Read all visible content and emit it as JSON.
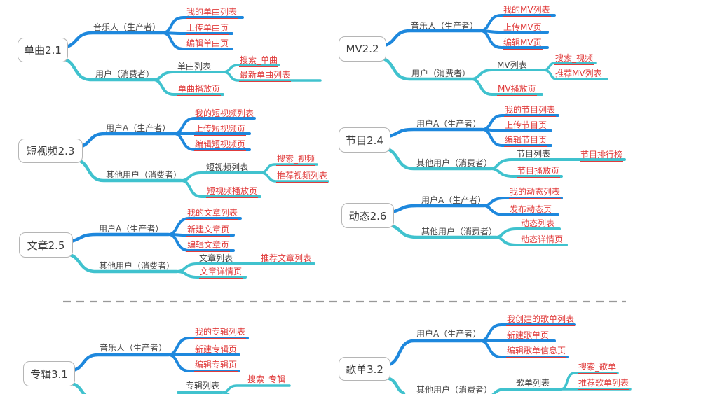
{
  "app": {
    "type": "mind-map",
    "language": "zh-CN"
  },
  "colors": {
    "producer_branch": "#1E88DD",
    "consumer_branch": "#40C2CE",
    "leaf_text": "#E03C3C",
    "label_text": "#454545",
    "root_border": "#b5b5b5",
    "divider": "#999999"
  },
  "diagram": {
    "clusters": [
      {
        "root": "单曲2.1",
        "branches": [
          {
            "label": "音乐人（生产者）",
            "children": [
              {
                "label": "我的单曲列表"
              },
              {
                "label": "上传单曲页"
              },
              {
                "label": "编辑单曲页"
              }
            ]
          },
          {
            "label": "用户（消费者）",
            "children": [
              {
                "label": "单曲列表",
                "children": [
                  {
                    "label": "搜索_单曲"
                  },
                  {
                    "label": "最新单曲列表"
                  }
                ]
              },
              {
                "label": "单曲播放页"
              }
            ]
          }
        ]
      },
      {
        "root": "MV2.2",
        "branches": [
          {
            "label": "音乐人（生产者）",
            "children": [
              {
                "label": "我的MV列表"
              },
              {
                "label": "上传MV页"
              },
              {
                "label": "编辑MV页"
              }
            ]
          },
          {
            "label": "用户（消费者）",
            "children": [
              {
                "label": "MV列表",
                "children": [
                  {
                    "label": "搜索_视频"
                  },
                  {
                    "label": "推荐MV列表"
                  }
                ]
              },
              {
                "label": "MV播放页"
              }
            ]
          }
        ]
      },
      {
        "root": "短视频2.3",
        "branches": [
          {
            "label": "用户A（生产者）",
            "children": [
              {
                "label": "我的短视频列表"
              },
              {
                "label": "上传短视频页"
              },
              {
                "label": "编辑短视频页"
              }
            ]
          },
          {
            "label": "其他用户（消费者）",
            "children": [
              {
                "label": "短视频列表",
                "children": [
                  {
                    "label": "搜索_视频"
                  },
                  {
                    "label": "推荐视频列表"
                  }
                ]
              },
              {
                "label": "短视频播放页"
              }
            ]
          }
        ]
      },
      {
        "root": "节目2.4",
        "branches": [
          {
            "label": "用户A（生产者）",
            "children": [
              {
                "label": "我的节目列表"
              },
              {
                "label": "上传节目页"
              },
              {
                "label": "编辑节目页"
              }
            ]
          },
          {
            "label": "其他用户（消费者）",
            "children": [
              {
                "label": "节目列表",
                "children": [
                  {
                    "label": "节目排行榜"
                  }
                ]
              },
              {
                "label": "节目播放页"
              }
            ]
          }
        ]
      },
      {
        "root": "文章2.5",
        "branches": [
          {
            "label": "用户A（生产者）",
            "children": [
              {
                "label": "我的文章列表"
              },
              {
                "label": "新建文章页"
              },
              {
                "label": "编辑文章页"
              }
            ]
          },
          {
            "label": "其他用户（消费者）",
            "children": [
              {
                "label": "文章列表",
                "children": [
                  {
                    "label": "推荐文章列表"
                  }
                ]
              },
              {
                "label": "文章详情页"
              }
            ]
          }
        ]
      },
      {
        "root": "动态2.6",
        "branches": [
          {
            "label": "用户A（生产者）",
            "children": [
              {
                "label": "我的动态列表"
              },
              {
                "label": "发布动态页"
              }
            ]
          },
          {
            "label": "其他用户（消费者）",
            "children": [
              {
                "label": "动态列表"
              },
              {
                "label": "动态详情页"
              }
            ]
          }
        ]
      },
      {
        "root": "专辑3.1",
        "branches": [
          {
            "label": "音乐人（生产者）",
            "children": [
              {
                "label": "我的专辑列表"
              },
              {
                "label": "新建专辑页"
              },
              {
                "label": "编辑专辑页"
              }
            ]
          },
          {
            "children": [
              {
                "label": "专辑列表",
                "children": [
                  {
                    "label": "搜索_专辑"
                  }
                ]
              }
            ]
          }
        ]
      },
      {
        "root": "歌单3.2",
        "branches": [
          {
            "label": "用户A（生产者）",
            "children": [
              {
                "label": "我创建的歌单列表"
              },
              {
                "label": "新建歌单页"
              },
              {
                "label": "编辑歌单信息页"
              }
            ]
          },
          {
            "label": "其他用户（消费者）",
            "children": [
              {
                "label": "歌单列表",
                "children": [
                  {
                    "label": "搜索_歌单"
                  },
                  {
                    "label": "推荐歌单列表"
                  }
                ]
              }
            ]
          }
        ]
      }
    ]
  }
}
